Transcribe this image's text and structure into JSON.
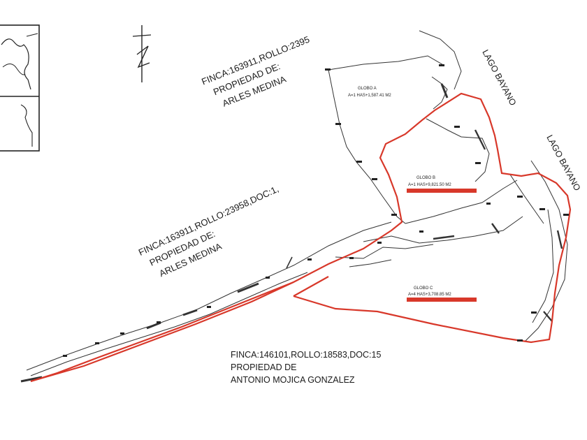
{
  "labels": {
    "finca_top_1": "FINCA:163911,ROLLO:2395",
    "finca_top_2": "PROPIEDAD DE:",
    "finca_top_3": "ARLES MEDINA",
    "finca_mid_1": "FINCA:163911,ROLLO:23958,DOC:1,",
    "finca_mid_2": "PROPIEDAD DE:",
    "finca_mid_3": "ARLES MEDINA",
    "finca_bottom_1": "FINCA:146101,ROLLO:18583,DOC:15",
    "finca_bottom_2": "PROPIEDAD DE",
    "finca_bottom_3": "ANTONIO MOJICA GONZALEZ",
    "lago_1": "LAGO BAYANO",
    "lago_2": "LAGO BAYANO",
    "north_symbol": "N",
    "globo_a_title": "GLOBO A",
    "globo_a_area": "A=1 HAS+1,587.41 M2",
    "globo_b_title": "GLOBO B",
    "globo_b_area": "A=1 HAS+9,821.50 M2",
    "globo_c_title": "GLOBO C",
    "globo_c_area": "A=4 HAS+3,708.85 M2"
  },
  "colors": {
    "boundary": "#d8382a",
    "survey_line": "#333333",
    "highlight": "#d8382a",
    "background": "#ffffff"
  }
}
